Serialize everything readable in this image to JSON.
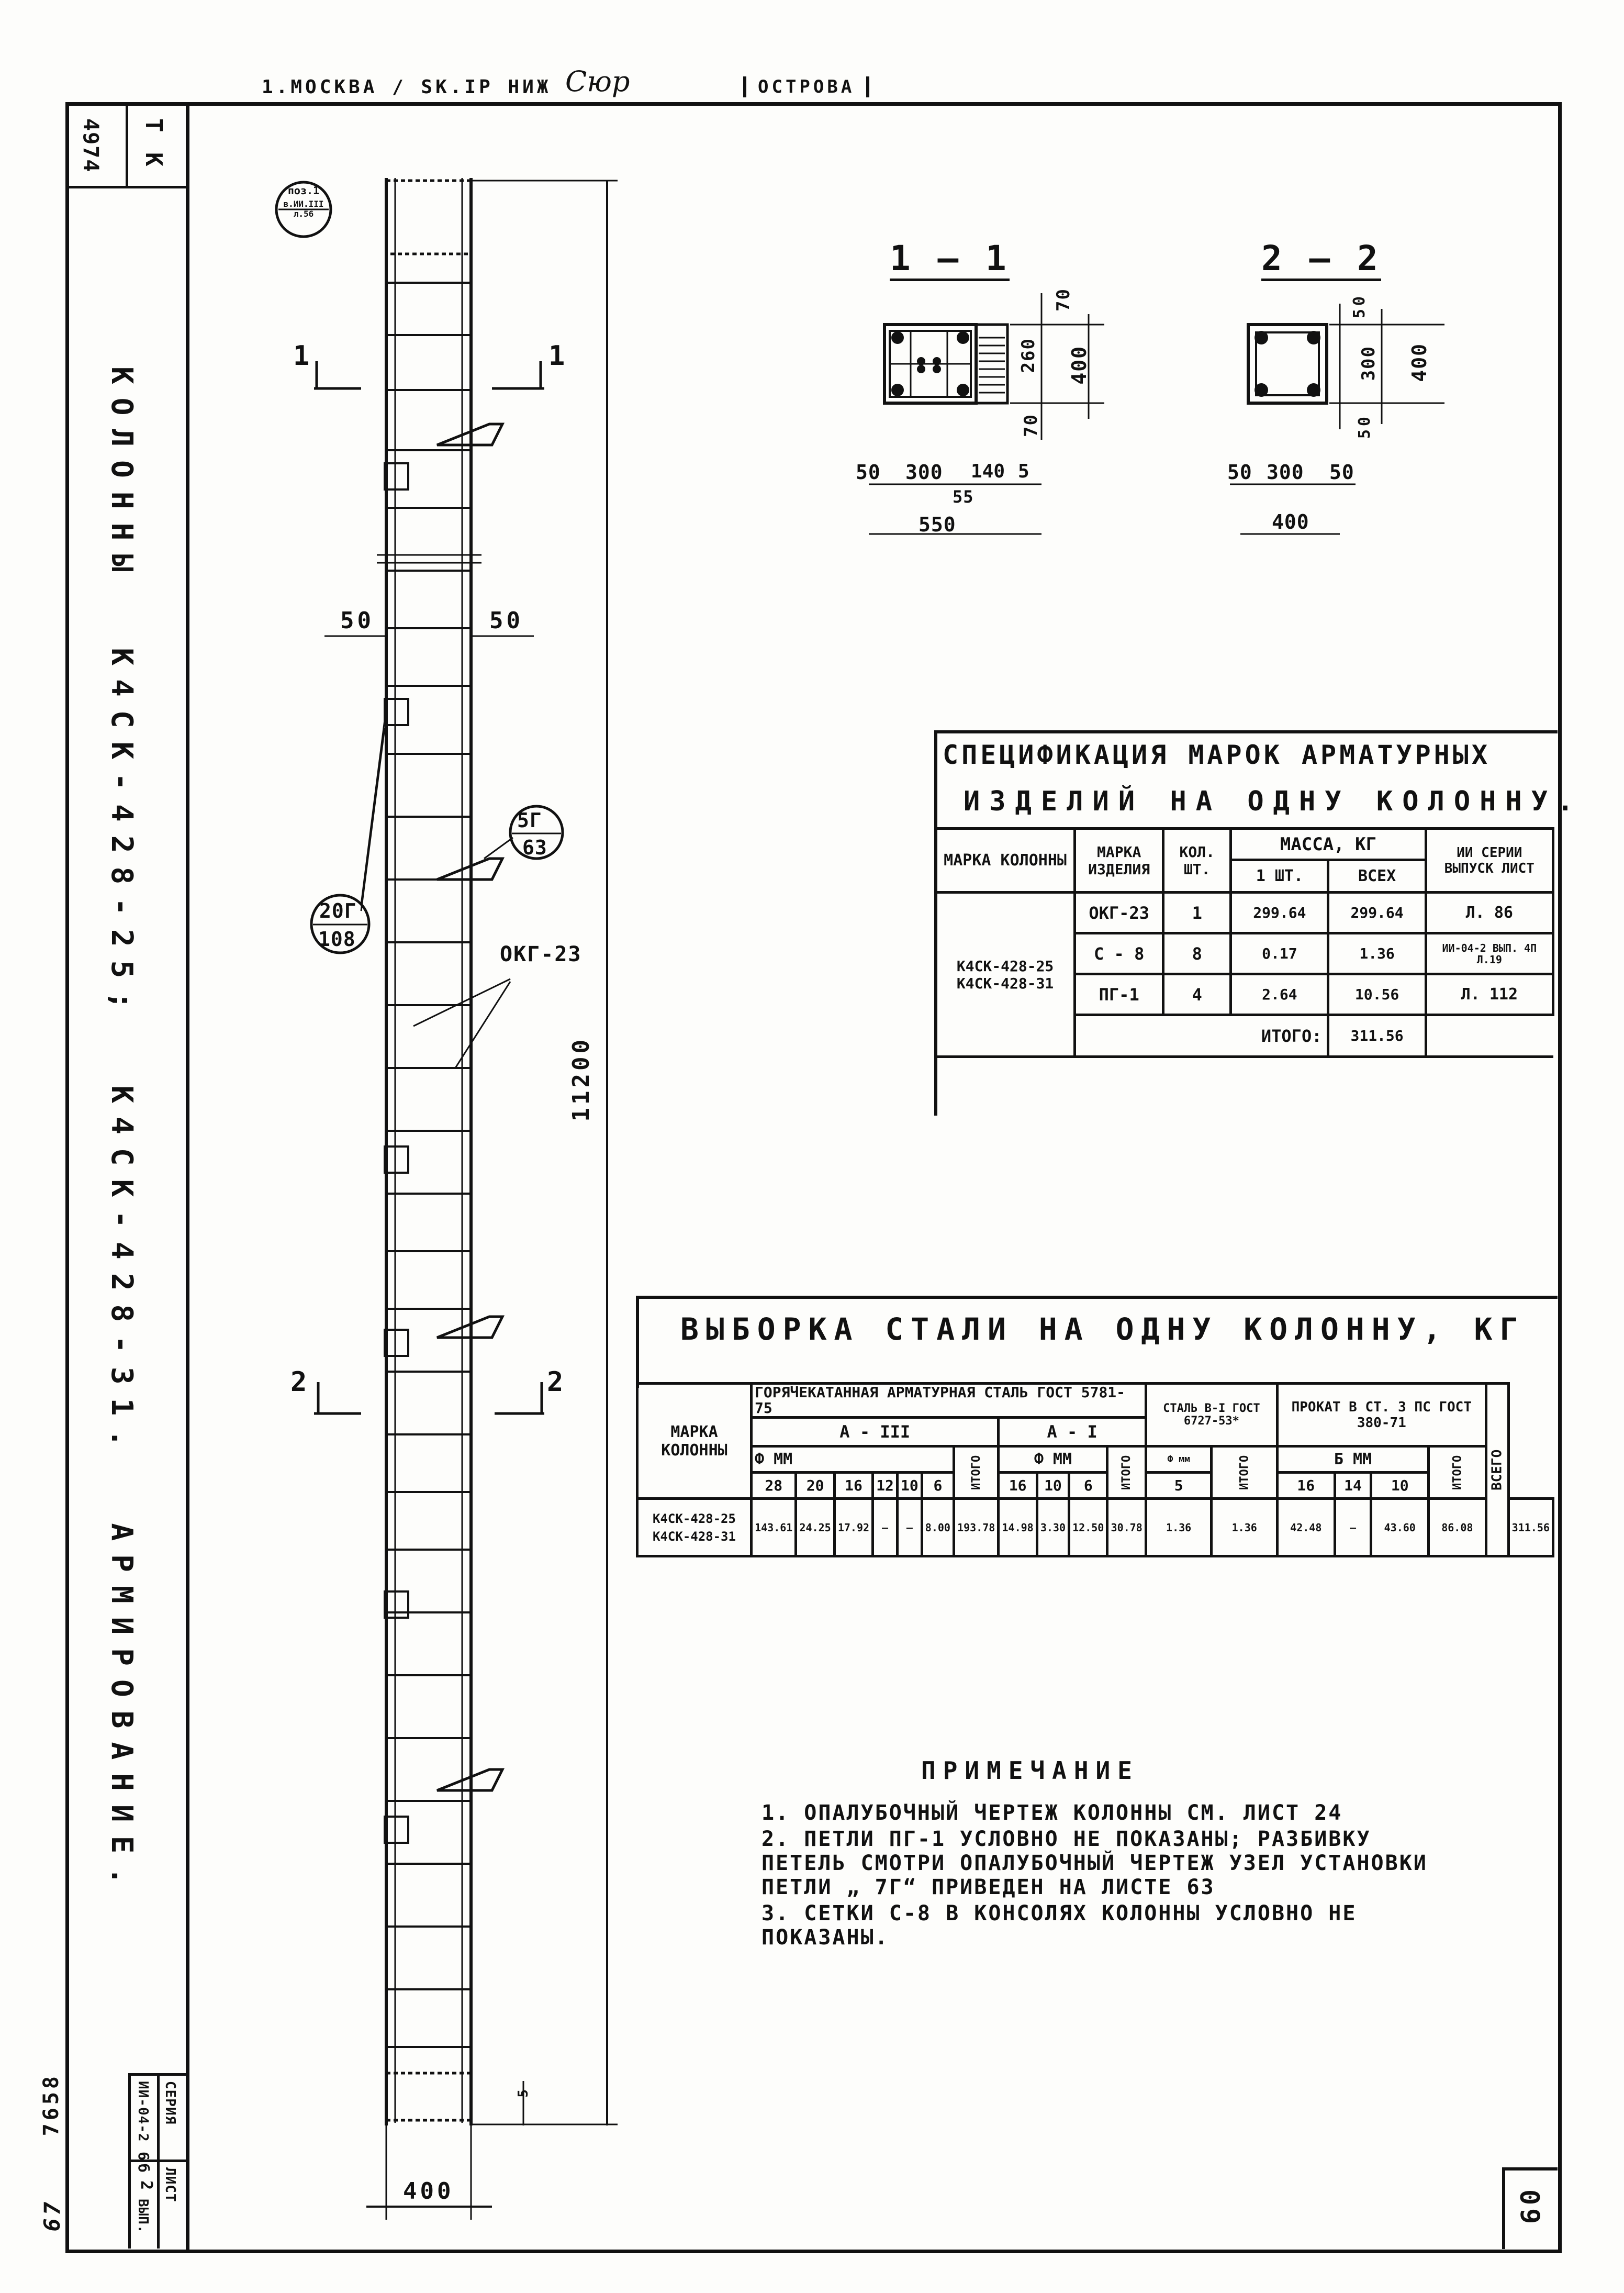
{
  "header": {
    "top_stamp": "1.МОСКВА / SK.IP НИЖ",
    "signature": "Сюр",
    "name": "ОСТРОВА"
  },
  "left_strip": {
    "tk": "Т К",
    "sheet_no": "4974",
    "title": "КОЛОННЫ  К4СК-428-25;  К4СК-428-31.  АРМИРОВАНИЕ.",
    "series_label": "СЕРИЯ",
    "series_value": "ИИ-04-2",
    "issue_label": "ВЫП.",
    "issue_value": "6б",
    "sheet_label": "ЛИСТ",
    "sheet_value": "2",
    "bottom_code_1": "7658",
    "bottom_code_2": "67"
  },
  "page_number": "60",
  "drawing": {
    "node_ref": [
      "поз.1",
      "в.ИИ.III",
      "л.56"
    ],
    "dim_50_left": "50",
    "dim_50_right": "50",
    "dim_400": "400",
    "dim_11200": "11200",
    "mark_5g": "5Г",
    "mark_5g_sheet": "63",
    "mark_20g": "20Г",
    "mark_20g_sheet": "108",
    "okg": "ОКГ-23",
    "sec1_left": "1",
    "sec1_right": "1",
    "sec2_left": "2",
    "sec2_right": "2",
    "small_5": "5"
  },
  "section_1": {
    "title": "1 — 1",
    "dims_right": [
      "70",
      "260",
      "400",
      "70"
    ],
    "dims_bottom": [
      "50",
      "300",
      "140",
      "5",
      "55",
      "550"
    ]
  },
  "section_2": {
    "title": "2 — 2",
    "dims_right": [
      "50",
      "300",
      "400",
      "50"
    ],
    "dims_bottom": [
      "50",
      "300",
      "50",
      "400"
    ]
  },
  "spec_table": {
    "title_1": "СПЕЦИФИКАЦИЯ МАРОК АРМАТУРНЫХ",
    "title_2": "ИЗДЕЛИЙ НА ОДНУ КОЛОННУ.",
    "headers": {
      "col_mark": "МАРКА КОЛОННЫ",
      "item_mark": "МАРКА ИЗДЕЛИЯ",
      "qty": "КОЛ. ШТ.",
      "mass": "МАССА, КГ",
      "mass_one": "1 ШТ.",
      "mass_all": "ВСЕХ",
      "series": "ИИ СЕРИИ ВЫПУСК ЛИСТ"
    },
    "column_mark": "К4СК-428-25 К4СК-428-31",
    "rows": [
      {
        "item": "ОКГ-23",
        "qty": "1",
        "m1": "299.64",
        "mall": "299.64",
        "ref": "Л. 86"
      },
      {
        "item": "С - 8",
        "qty": "8",
        "m1": "0.17",
        "mall": "1.36",
        "ref": "ИИ-04-2 ВЫП. 4П Л.19"
      },
      {
        "item": "ПГ-1",
        "qty": "4",
        "m1": "2.64",
        "mall": "10.56",
        "ref": "Л. 112"
      }
    ],
    "total_label": "ИТОГО:",
    "total_value": "311.56"
  },
  "steel_table": {
    "title": "ВЫБОРКА СТАЛИ НА ОДНУ КОЛОННУ, КГ",
    "col_mark": "МАРКА КОЛОННЫ",
    "hot_rolled": "ГОРЯЧЕКАТАННАЯ АРМАТУРНАЯ СТАЛЬ ГОСТ 5781-75",
    "a3": "А - III",
    "a1": "А - I",
    "steel_b1": "СТАЛЬ В-I ГОСТ 6727-53*",
    "prokat": "ПРОКАТ В СТ. 3 ПС ГОСТ 380-71",
    "phi_mm": "Ф ММ",
    "phi_mm_short": "Ф мм",
    "phi_mm_prokat": "Б ММ",
    "itogo": "ИТОГО",
    "vsego": "ВСЕГО",
    "diam_a3": [
      "28",
      "20",
      "16",
      "12",
      "10",
      "6"
    ],
    "diam_a1": [
      "16",
      "10",
      "6"
    ],
    "diam_b1": "5",
    "diam_prokat": [
      "16",
      "14",
      "10"
    ],
    "row_mark": "К4СК-428-25 К4СК-428-31",
    "values": [
      "143.61",
      "24.25",
      "17.92",
      "—",
      "—",
      "8.00",
      "193.78",
      "14.98",
      "3.30",
      "12.50",
      "30.78",
      "1.36",
      "1.36",
      "42.48",
      "—",
      "43.60",
      "86.08",
      "311.56"
    ]
  },
  "notes": {
    "title": "ПРИМЕЧАНИЕ",
    "items": [
      "1. ОПАЛУБОЧНЫЙ ЧЕРТЕЖ КОЛОННЫ СМ. ЛИСТ 24",
      "2. ПЕТЛИ ПГ-1 УСЛОВНО НЕ ПОКАЗАНЫ; РАЗБИВКУ ПЕТЕЛЬ СМОТРИ ОПАЛУБОЧНЫЙ ЧЕРТЕЖ УЗЕЛ УСТАНОВКИ ПЕТЛИ „ 7Г“ ПРИВЕДЕН НА ЛИСТЕ 63",
      "3. СЕТКИ С-8 В КОНСОЛЯХ КОЛОННЫ УСЛОВНО НЕ ПОКАЗАНЫ."
    ]
  }
}
